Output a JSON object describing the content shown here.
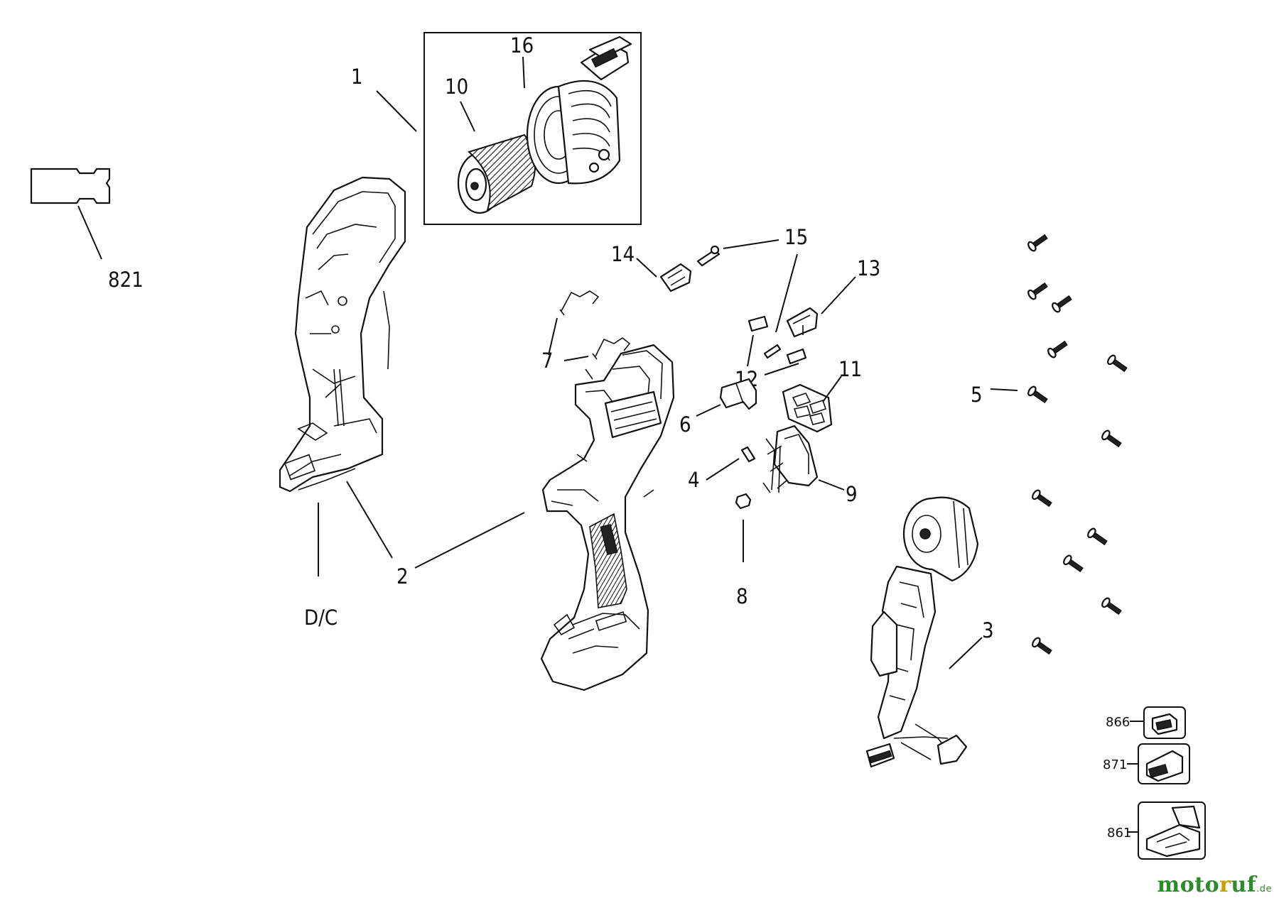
{
  "callouts": {
    "c1": "1",
    "c2": "2",
    "c3": "3",
    "c4": "4",
    "c5": "5",
    "c6": "6",
    "c7": "7",
    "c8": "8",
    "c9": "9",
    "c10": "10",
    "c11": "11",
    "c12": "12",
    "c13": "13",
    "c14": "14",
    "c15": "15",
    "c16": "16",
    "c821": "821",
    "dc": "D/C",
    "c866": "866",
    "c871": "871",
    "c861": "861"
  },
  "watermark": {
    "part_a": "moto",
    "part_b": "r",
    "part_c": "uf",
    "tld": ".de"
  },
  "colors": {
    "line": "#111111",
    "background": "#ffffff",
    "brand_green": "#2f8a2f",
    "brand_yellow": "#c8a000"
  }
}
